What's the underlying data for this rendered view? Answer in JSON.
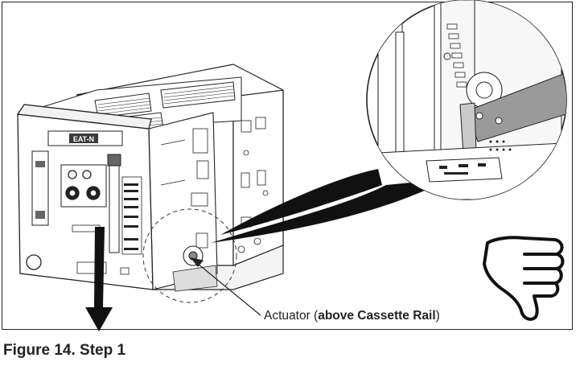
{
  "figure": {
    "brand_logo_text": "EAT-N",
    "callout": {
      "prefix": "Actuator (",
      "bold": "above Cassette Rail",
      "suffix": ")"
    },
    "caption": "Figure 14. Step 1",
    "icons": [
      "thumbs-down-icon",
      "down-arrow-icon",
      "magnifier-circle-icon"
    ]
  }
}
